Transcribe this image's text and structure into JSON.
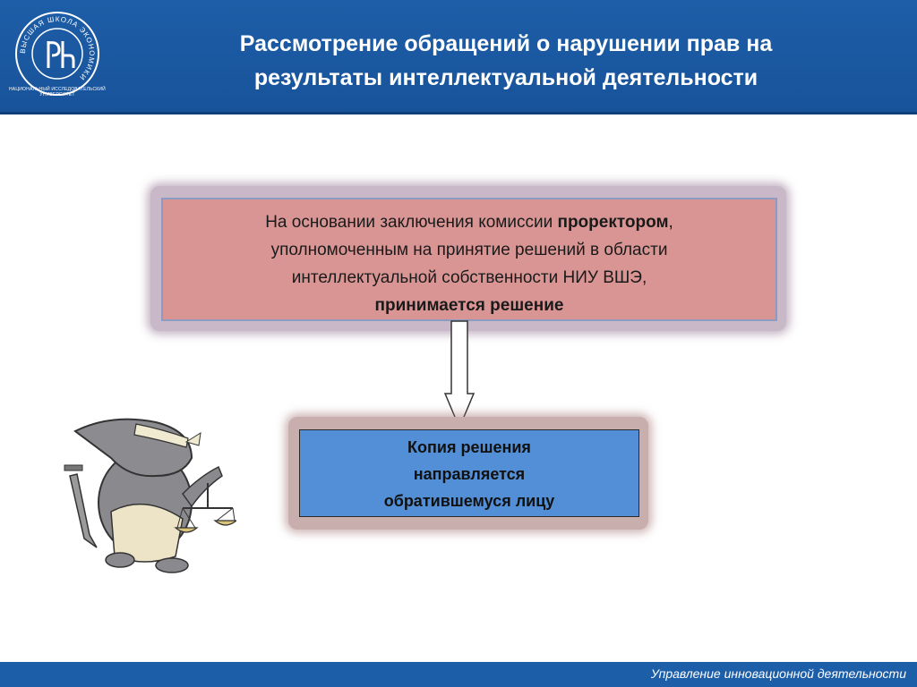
{
  "header": {
    "logo_caption": "НАЦИОНАЛЬНЫЙ ИССЛЕДОВАТЕЛЬСКИЙ УНИВЕРСИТЕТ",
    "logo_ring_text": "ВЫСШАЯ ШКОЛА ЭКОНОМИКИ",
    "title_line1": "Рассмотрение обращений о нарушении прав на",
    "title_line2": "результаты интеллектуальной деятельности"
  },
  "box1": {
    "text1": "На основании заключения комиссии ",
    "bold1": "проректором",
    "text2": ",",
    "line2": "уполномоченным на принятие решений в области",
    "line3": "интеллектуальной собственности НИУ ВШЭ,",
    "bold2": "принимается решение"
  },
  "box2": {
    "line1": "Копия решения",
    "line2": "направляется",
    "line3": "обратившемуся лицу"
  },
  "footer": {
    "text": "Управление инновационной деятельности"
  },
  "icons": {
    "logo": "hse-logo-icon",
    "arrow": "down-arrow-icon",
    "mascot": "justice-mascot-icon"
  },
  "colors": {
    "header_blue": "#1d5ea8",
    "box1_fill": "#d99594",
    "box2_fill": "#538fd6"
  }
}
